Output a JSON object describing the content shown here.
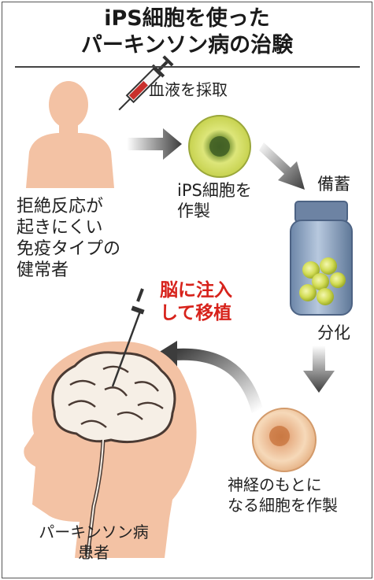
{
  "title": {
    "line1": "iPS細胞を使った",
    "line2": "パーキンソン病の治験"
  },
  "labels": {
    "blood_draw": "血液を採取",
    "donor": "拒絶反応が\n起きにくい\n免疫タイプの\n健常者",
    "ips_cell": "iPS細胞を\n作製",
    "storage": "備蓄",
    "differentiation": "分化",
    "neural_cells": "神経のもとに\nなる細胞を作製",
    "transplant": "脳に注入\nして移植",
    "patient": "パーキンソン病\n患者"
  },
  "colors": {
    "skin": "#f3c2a4",
    "ips_cell": "#d9e36a",
    "neural_cell": "#f0c79a",
    "bottle": "#8fa6c4",
    "accent_red": "#d7221b",
    "arrow": "#3c3c3c"
  }
}
